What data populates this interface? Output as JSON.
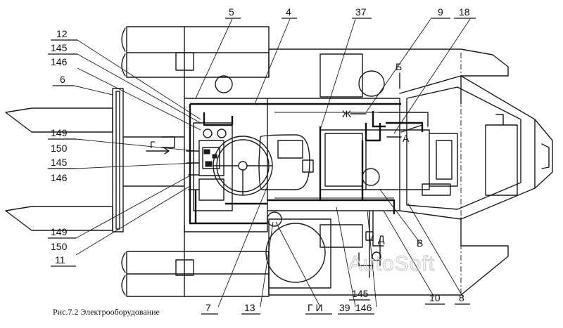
{
  "caption": "Рис.7.2 Электрооборудование",
  "watermark": "AutoSoft",
  "callouts": {
    "c5": "5",
    "c4": "4",
    "c37": "37",
    "c9": "9",
    "c18": "18",
    "c12": "12",
    "c145a": "145",
    "c146a": "146",
    "c6": "6",
    "c149a": "149",
    "c150a": "150",
    "c145b": "145",
    "c146b": "146",
    "c149b": "149",
    "c150b": "150",
    "c11": "11",
    "c7": "7",
    "c13": "13",
    "c39": "39",
    "c10": "10",
    "c8": "8",
    "c145c": "145",
    "c146c": "146"
  },
  "letters": {
    "G": "Г",
    "B1": "Б",
    "ZH": "Ж",
    "A": "А",
    "V": "В",
    "D": "Д",
    "GI": "Г И"
  }
}
